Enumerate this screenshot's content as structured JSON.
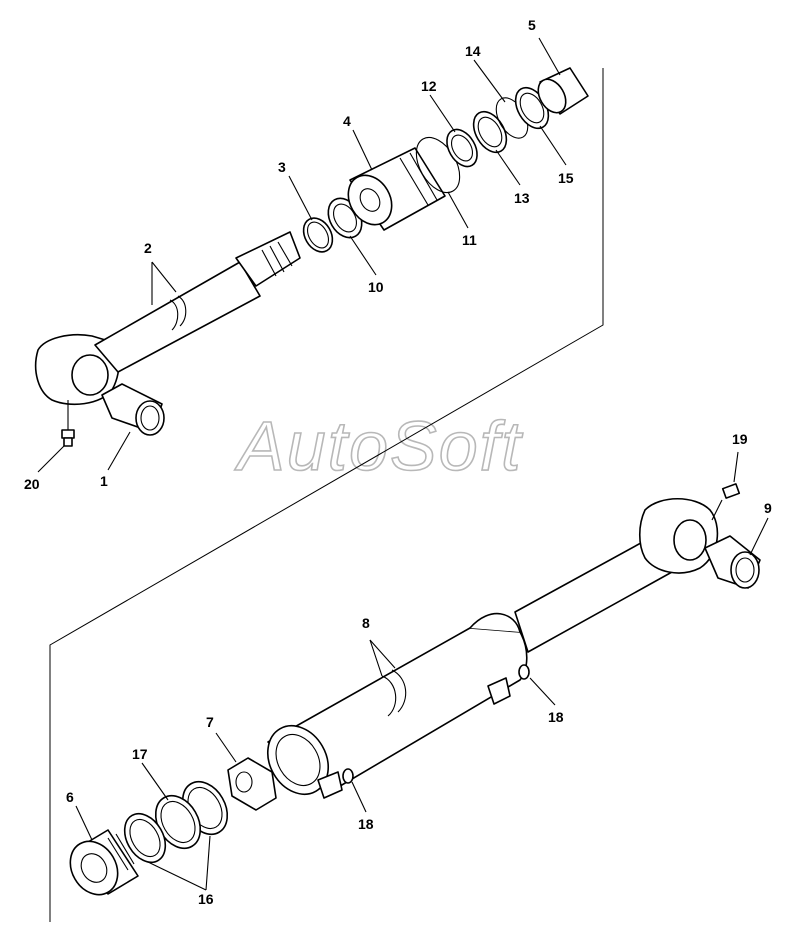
{
  "watermark": "AutoSoft",
  "callouts": {
    "c1": "1",
    "c2": "2",
    "c3": "3",
    "c4": "4",
    "c5": "5",
    "c6": "6",
    "c7": "7",
    "c8": "8",
    "c9": "9",
    "c10": "10",
    "c11": "11",
    "c12": "12",
    "c13": "13",
    "c14": "14",
    "c15": "15",
    "c16": "16",
    "c17": "17",
    "c18a": "18",
    "c18b": "18",
    "c19": "19",
    "c20": "20"
  },
  "colors": {
    "line": "#000000",
    "watermark": "#b8b8b8",
    "background": "#ffffff"
  }
}
